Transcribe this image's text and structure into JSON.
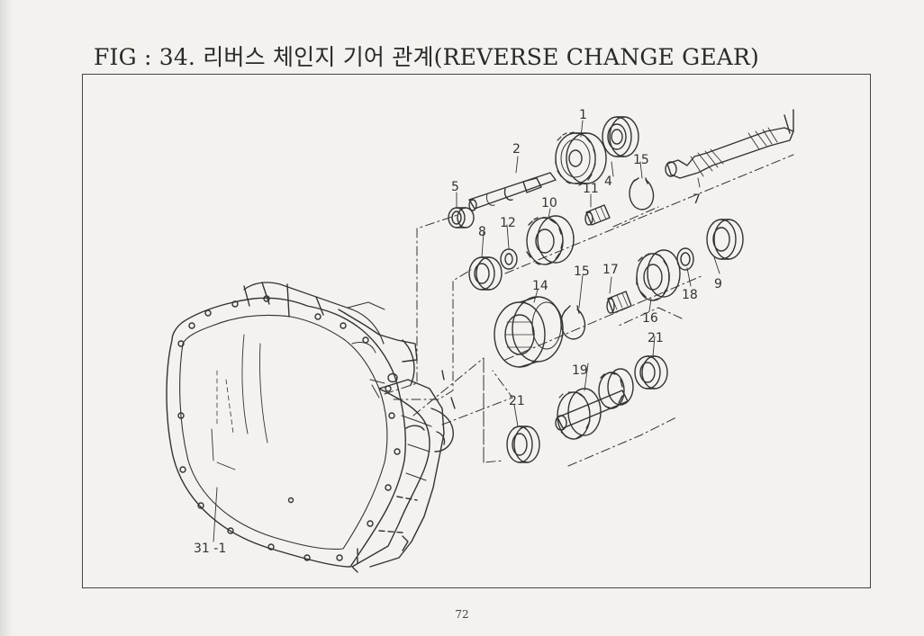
{
  "page": {
    "title": "FIG : 34. 리버스 체인지 기어 관계(REVERSE CHANGE GEAR)",
    "page_number": "72"
  },
  "callouts": {
    "c1": "1",
    "c2": "2",
    "c4": "4",
    "c5": "5",
    "c7": "7",
    "c8": "8",
    "c9": "9",
    "c10": "10",
    "c11": "11",
    "c12": "12",
    "c14": "14",
    "c15a": "15",
    "c15b": "15",
    "c16": "16",
    "c17": "17",
    "c18": "18",
    "c19": "19",
    "c21a": "21",
    "c21b": "21",
    "c31": "31 -1"
  }
}
